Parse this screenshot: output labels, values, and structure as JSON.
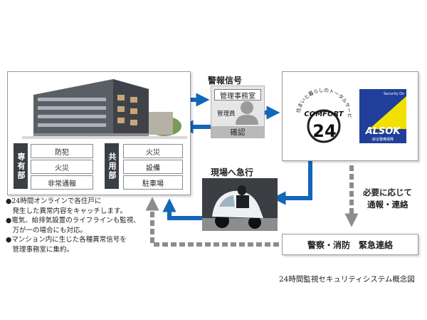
{
  "colors": {
    "arrow_blue": "#1466b8",
    "arrow_gray": "#8c8c8c",
    "label_dark": "#3a3f44",
    "alsok_blue": "#1f3f9a",
    "alsok_yellow": "#f2e100"
  },
  "signal": {
    "label": "警報信号",
    "office": "管理事務室",
    "staff": "管理員",
    "confirm": "確認"
  },
  "comfort": {
    "ring_text": "住まいと暮らしのトータルサービス",
    "word": "COMFORT",
    "number": "24"
  },
  "alsok": {
    "top": "Security On",
    "logo": "ALSOK",
    "sub": "綜合警備保障"
  },
  "private_area": {
    "label": "専有部",
    "items": [
      "防犯",
      "火災",
      "非常通報"
    ]
  },
  "common_area": {
    "label": "共用部",
    "items": [
      "火災",
      "設備",
      "駐車場"
    ]
  },
  "rush_label": "現場へ急行",
  "contact_label": [
    "必要に応じて",
    "通報・連絡"
  ],
  "emergency": "警察・消防　緊急連絡",
  "notes": [
    [
      "●24時間オンラインで各住戸に",
      "　発生した異常内容をキャッチします。"
    ],
    [
      "●電気、給排気設置のライフラインも監視、",
      "　万が一の場合にも対応。"
    ],
    [
      "●マンション内に生じた各種異常信号を",
      "　管理事務室に集約。"
    ]
  ],
  "caption": "24時間監視セキュリティシステム概念図",
  "icons": {
    "building": "building-photo",
    "guard": "guard-silhouette-icon",
    "vehicle": "security-vehicle-photo"
  }
}
